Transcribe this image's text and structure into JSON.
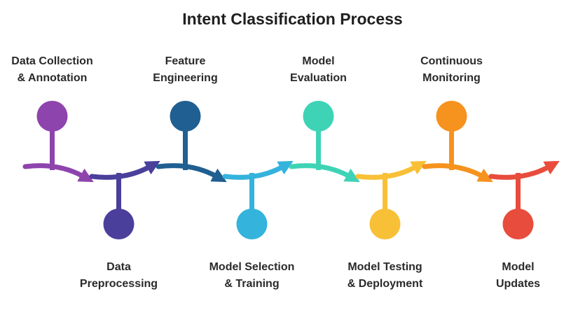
{
  "title": "Intent Classification Process",
  "steps": [
    {
      "line1": "Data Collection",
      "line2": "& Annotation",
      "color": "#8e44ad",
      "position": "top"
    },
    {
      "line1": "Data",
      "line2": "Preprocessing",
      "color": "#4a3f9b",
      "position": "bottom"
    },
    {
      "line1": "Feature",
      "line2": "Engineering",
      "color": "#1f5f91",
      "position": "top"
    },
    {
      "line1": "Model Selection",
      "line2": "& Training",
      "color": "#34b3dc",
      "position": "bottom"
    },
    {
      "line1": "Model",
      "line2": "Evaluation",
      "color": "#3fd3b6",
      "position": "top"
    },
    {
      "line1": "Model Testing",
      "line2": "& Deployment",
      "color": "#f8c036",
      "position": "bottom"
    },
    {
      "line1": "Continuous",
      "line2": "Monitoring",
      "color": "#f6921e",
      "position": "top"
    },
    {
      "line1": "Model",
      "line2": "Updates",
      "color": "#e84c3d",
      "position": "bottom"
    }
  ]
}
